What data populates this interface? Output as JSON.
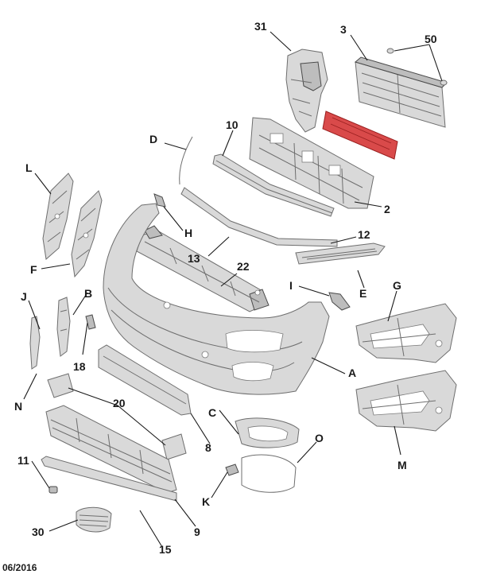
{
  "callouts": {
    "c31": "31",
    "c3": "3",
    "c50": "50",
    "cD": "D",
    "c10": "10",
    "c2": "2",
    "cL": "L",
    "cH": "H",
    "c12": "12",
    "cF": "F",
    "c13": "13",
    "c22": "22",
    "cJ": "J",
    "cB": "B",
    "cI": "I",
    "cE": "E",
    "cG": "G",
    "c18": "18",
    "cA": "A",
    "cN": "N",
    "c20": "20",
    "cC": "C",
    "c8": "8",
    "cO": "O",
    "c11": "11",
    "cM": "M",
    "cK": "K",
    "c9": "9",
    "c30": "30",
    "c15": "15"
  },
  "footer": {
    "date": "06/2016"
  },
  "colors": {
    "highlight": "#d94a4a",
    "part_fill": "#d9d9d9",
    "outline": "#6e6e6e",
    "text": "#1a1a1a"
  }
}
